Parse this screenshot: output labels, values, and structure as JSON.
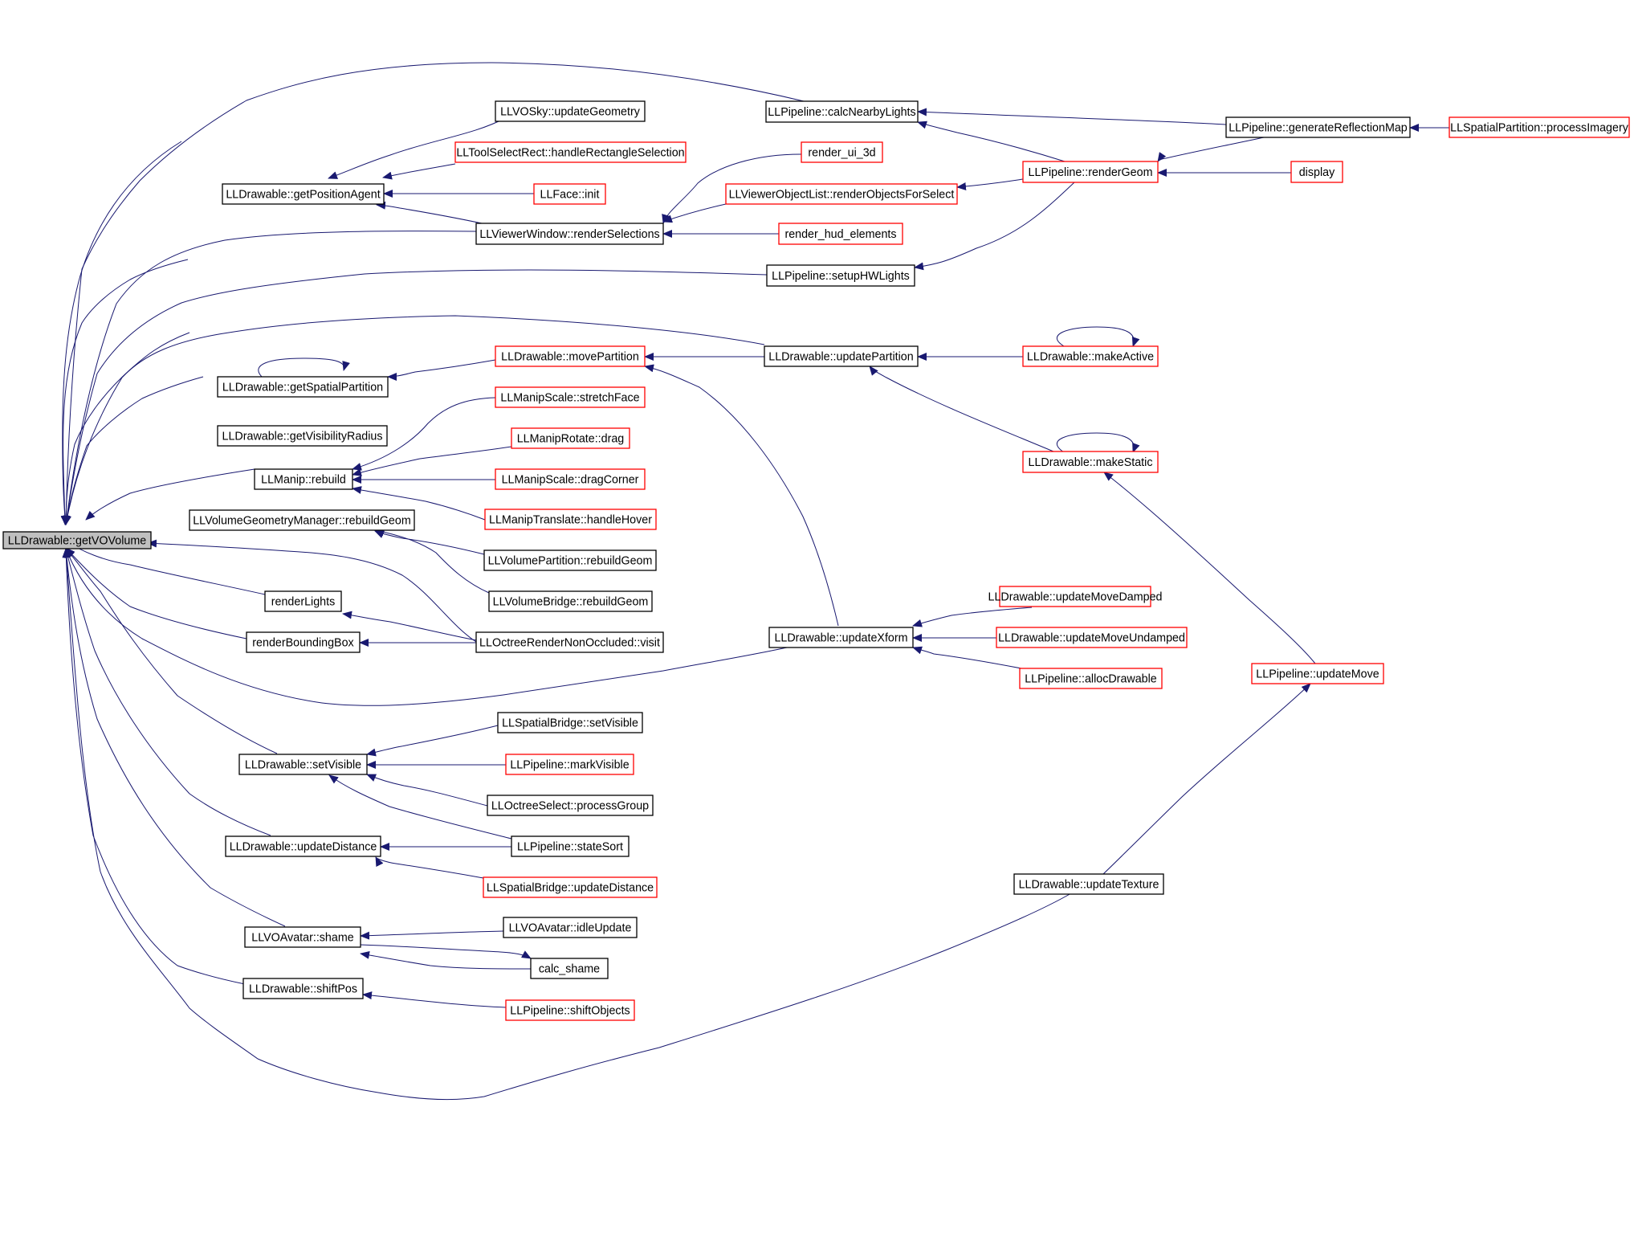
{
  "colors": {
    "edge": "#191970",
    "arrow": "#191970",
    "border_documented": "#000000",
    "border_undocumented": "#ff0000",
    "root_fill": "#bfbfbf"
  },
  "nodes": [
    {
      "id": "getVOVolume",
      "label": "LLDrawable::getVOVolume",
      "status": "root"
    },
    {
      "id": "getPositionAgent",
      "label": "LLDrawable::getPositionAgent",
      "status": "documented"
    },
    {
      "id": "getSpatialPartition",
      "label": "LLDrawable::getSpatialPartition",
      "status": "documented"
    },
    {
      "id": "getVisibilityRadius",
      "label": "LLDrawable::getVisibilityRadius",
      "status": "documented"
    },
    {
      "id": "manipRebuild",
      "label": "LLManip::rebuild",
      "status": "documented"
    },
    {
      "id": "vgmRebuildGeom",
      "label": "LLVolumeGeometryManager::rebuildGeom",
      "status": "documented"
    },
    {
      "id": "renderLights",
      "label": "renderLights",
      "status": "documented"
    },
    {
      "id": "renderBoundingBox",
      "label": "renderBoundingBox",
      "status": "documented"
    },
    {
      "id": "drawableSetVisible",
      "label": "LLDrawable::setVisible",
      "status": "documented"
    },
    {
      "id": "updateDistance",
      "label": "LLDrawable::updateDistance",
      "status": "documented"
    },
    {
      "id": "shame",
      "label": "LLVOAvatar::shame",
      "status": "documented"
    },
    {
      "id": "shiftPos",
      "label": "LLDrawable::shiftPos",
      "status": "documented"
    },
    {
      "id": "voskyUpdateGeometry",
      "label": "LLVOSky::updateGeometry",
      "status": "documented"
    },
    {
      "id": "handleRectangleSelection",
      "label": "LLToolSelectRect::handleRectangleSelection",
      "status": "undocumented"
    },
    {
      "id": "faceInit",
      "label": "LLFace::init",
      "status": "undocumented"
    },
    {
      "id": "renderSelections",
      "label": "LLViewerWindow::renderSelections",
      "status": "documented"
    },
    {
      "id": "movePartition",
      "label": "LLDrawable::movePartition",
      "status": "undocumented"
    },
    {
      "id": "stretchFace",
      "label": "LLManipScale::stretchFace",
      "status": "undocumented"
    },
    {
      "id": "rotateDrag",
      "label": "LLManipRotate::drag",
      "status": "undocumented"
    },
    {
      "id": "dragCorner",
      "label": "LLManipScale::dragCorner",
      "status": "undocumented"
    },
    {
      "id": "handleHover",
      "label": "LLManipTranslate::handleHover",
      "status": "undocumented"
    },
    {
      "id": "vpRebuildGeom",
      "label": "LLVolumePartition::rebuildGeom",
      "status": "documented"
    },
    {
      "id": "vbRebuildGeom",
      "label": "LLVolumeBridge::rebuildGeom",
      "status": "documented"
    },
    {
      "id": "octreeVisit",
      "label": "LLOctreeRenderNonOccluded::visit",
      "status": "documented"
    },
    {
      "id": "sbSetVisible",
      "label": "LLSpatialBridge::setVisible",
      "status": "documented"
    },
    {
      "id": "markVisible",
      "label": "LLPipeline::markVisible",
      "status": "undocumented"
    },
    {
      "id": "processGroup",
      "label": "LLOctreeSelect::processGroup",
      "status": "documented"
    },
    {
      "id": "stateSort",
      "label": "LLPipeline::stateSort",
      "status": "documented"
    },
    {
      "id": "sbUpdateDistance",
      "label": "LLSpatialBridge::updateDistance",
      "status": "undocumented"
    },
    {
      "id": "idleUpdate",
      "label": "LLVOAvatar::idleUpdate",
      "status": "documented"
    },
    {
      "id": "calcShame",
      "label": "calc_shame",
      "status": "documented"
    },
    {
      "id": "shiftObjects",
      "label": "LLPipeline::shiftObjects",
      "status": "undocumented"
    },
    {
      "id": "calcNearbyLights",
      "label": "LLPipeline::calcNearbyLights",
      "status": "documented"
    },
    {
      "id": "renderUi3d",
      "label": "render_ui_3d",
      "status": "undocumented"
    },
    {
      "id": "renderObjectsForSelect",
      "label": "LLViewerObjectList::renderObjectsForSelect",
      "status": "undocumented"
    },
    {
      "id": "renderHudElements",
      "label": "render_hud_elements",
      "status": "undocumented"
    },
    {
      "id": "setupHWLights",
      "label": "LLPipeline::setupHWLights",
      "status": "documented"
    },
    {
      "id": "updatePartition",
      "label": "LLDrawable::updatePartition",
      "status": "documented"
    },
    {
      "id": "updateXform",
      "label": "LLDrawable::updateXform",
      "status": "documented"
    },
    {
      "id": "updateMoveDamped",
      "label": "LLDrawable::updateMoveDamped",
      "status": "undocumented"
    },
    {
      "id": "updateMoveUndamped",
      "label": "LLDrawable::updateMoveUndamped",
      "status": "undocumented"
    },
    {
      "id": "allocDrawable",
      "label": "LLPipeline::allocDrawable",
      "status": "undocumented"
    },
    {
      "id": "updateTexture",
      "label": "LLDrawable::updateTexture",
      "status": "documented"
    },
    {
      "id": "renderGeom",
      "label": "LLPipeline::renderGeom",
      "status": "undocumented"
    },
    {
      "id": "makeActive",
      "label": "LLDrawable::makeActive",
      "status": "undocumented"
    },
    {
      "id": "makeStatic",
      "label": "LLDrawable::makeStatic",
      "status": "undocumented"
    },
    {
      "id": "generateReflectionMap",
      "label": "LLPipeline::generateReflectionMap",
      "status": "documented"
    },
    {
      "id": "display",
      "label": "display",
      "status": "undocumented"
    },
    {
      "id": "updateMove",
      "label": "LLPipeline::updateMove",
      "status": "undocumented"
    },
    {
      "id": "processImagery",
      "label": "LLSpatialPartition::processImagery",
      "status": "undocumented"
    }
  ],
  "edges": [
    [
      "getPositionAgent",
      "getVOVolume"
    ],
    [
      "getSpatialPartition",
      "getVOVolume"
    ],
    [
      "getVisibilityRadius",
      "getVOVolume"
    ],
    [
      "manipRebuild",
      "getVOVolume"
    ],
    [
      "vgmRebuildGeom",
      "getVOVolume"
    ],
    [
      "renderLights",
      "getVOVolume"
    ],
    [
      "renderBoundingBox",
      "getVOVolume"
    ],
    [
      "drawableSetVisible",
      "getVOVolume"
    ],
    [
      "updateDistance",
      "getVOVolume"
    ],
    [
      "shame",
      "getVOVolume"
    ],
    [
      "shiftPos",
      "getVOVolume"
    ],
    [
      "calcNearbyLights",
      "getVOVolume"
    ],
    [
      "renderSelections",
      "getVOVolume"
    ],
    [
      "setupHWLights",
      "getVOVolume"
    ],
    [
      "updatePartition",
      "getVOVolume"
    ],
    [
      "octreeVisit",
      "getVOVolume"
    ],
    [
      "updateXform",
      "getVOVolume"
    ],
    [
      "updateTexture",
      "getVOVolume"
    ],
    [
      "voskyUpdateGeometry",
      "getPositionAgent"
    ],
    [
      "handleRectangleSelection",
      "getPositionAgent"
    ],
    [
      "faceInit",
      "getPositionAgent"
    ],
    [
      "renderSelections",
      "getPositionAgent"
    ],
    [
      "getSpatialPartition",
      "getSpatialPartition"
    ],
    [
      "movePartition",
      "getSpatialPartition"
    ],
    [
      "stretchFace",
      "manipRebuild"
    ],
    [
      "rotateDrag",
      "manipRebuild"
    ],
    [
      "dragCorner",
      "manipRebuild"
    ],
    [
      "handleHover",
      "manipRebuild"
    ],
    [
      "vpRebuildGeom",
      "vgmRebuildGeom"
    ],
    [
      "vbRebuildGeom",
      "vgmRebuildGeom"
    ],
    [
      "octreeVisit",
      "renderLights"
    ],
    [
      "octreeVisit",
      "renderBoundingBox"
    ],
    [
      "sbSetVisible",
      "drawableSetVisible"
    ],
    [
      "markVisible",
      "drawableSetVisible"
    ],
    [
      "processGroup",
      "drawableSetVisible"
    ],
    [
      "stateSort",
      "drawableSetVisible"
    ],
    [
      "stateSort",
      "updateDistance"
    ],
    [
      "sbUpdateDistance",
      "updateDistance"
    ],
    [
      "idleUpdate",
      "shame"
    ],
    [
      "calcShame",
      "shame"
    ],
    [
      "shame",
      "calcShame"
    ],
    [
      "shiftObjects",
      "shiftPos"
    ],
    [
      "renderUi3d",
      "renderSelections"
    ],
    [
      "renderObjectsForSelect",
      "renderSelections"
    ],
    [
      "renderHudElements",
      "renderSelections"
    ],
    [
      "updatePartition",
      "movePartition"
    ],
    [
      "updateXform",
      "movePartition"
    ],
    [
      "generateReflectionMap",
      "calcNearbyLights"
    ],
    [
      "renderGeom",
      "calcNearbyLights"
    ],
    [
      "renderGeom",
      "renderObjectsForSelect"
    ],
    [
      "renderGeom",
      "setupHWLights"
    ],
    [
      "generateReflectionMap",
      "renderGeom"
    ],
    [
      "display",
      "renderGeom"
    ],
    [
      "processImagery",
      "generateReflectionMap"
    ],
    [
      "makeActive",
      "updatePartition"
    ],
    [
      "makeStatic",
      "updatePartition"
    ],
    [
      "makeActive",
      "makeActive"
    ],
    [
      "makeStatic",
      "makeStatic"
    ],
    [
      "updateMove",
      "makeStatic"
    ],
    [
      "updateMoveDamped",
      "updateXform"
    ],
    [
      "updateMoveUndamped",
      "updateXform"
    ],
    [
      "allocDrawable",
      "updateXform"
    ],
    [
      "updateTexture",
      "updateMove"
    ]
  ]
}
